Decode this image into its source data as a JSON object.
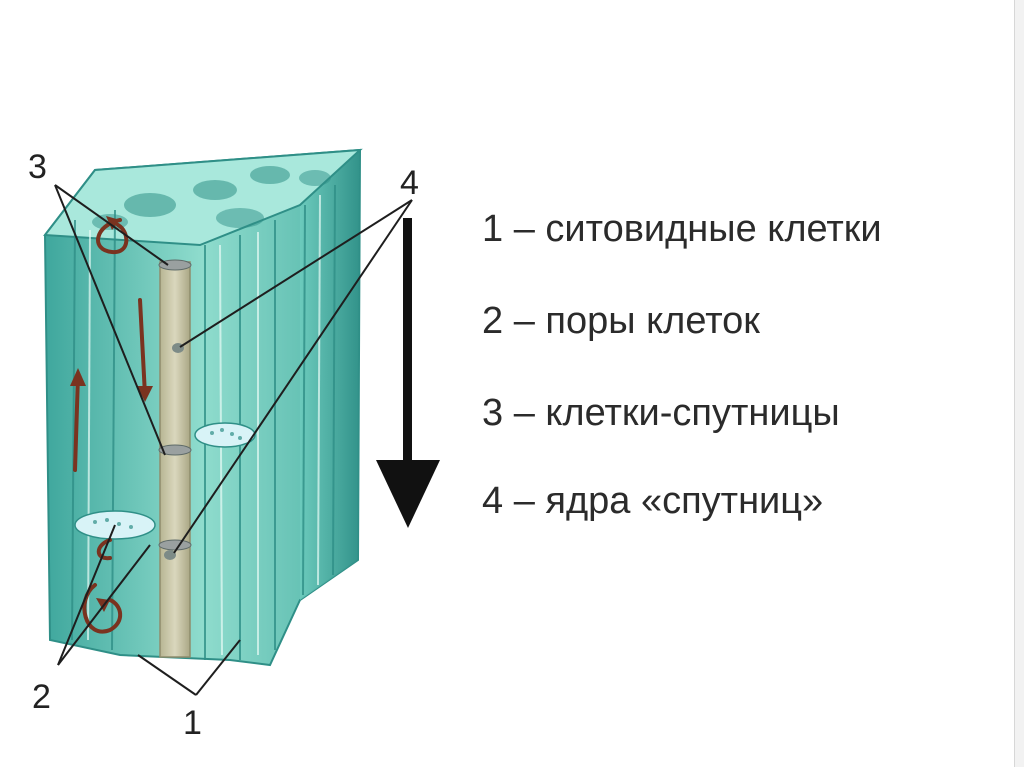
{
  "figure": {
    "callouts": {
      "n1": "1",
      "n2": "2",
      "n3": "3",
      "n4": "4"
    },
    "colors": {
      "tissue_light": "#9fe3d6",
      "tissue_mid": "#5fc2b4",
      "tissue_dark": "#2f8f87",
      "sieve_tube": "#c9c6a8",
      "flow_arrow": "#7a3320",
      "main_arrow": "#111111"
    }
  },
  "legend": {
    "items": [
      {
        "text": "1 – ситовидные клетки"
      },
      {
        "text": "2 – поры клеток"
      },
      {
        "text": "3 – клетки-спутницы"
      },
      {
        "text": "4 – ядра «спутниц»"
      }
    ]
  }
}
